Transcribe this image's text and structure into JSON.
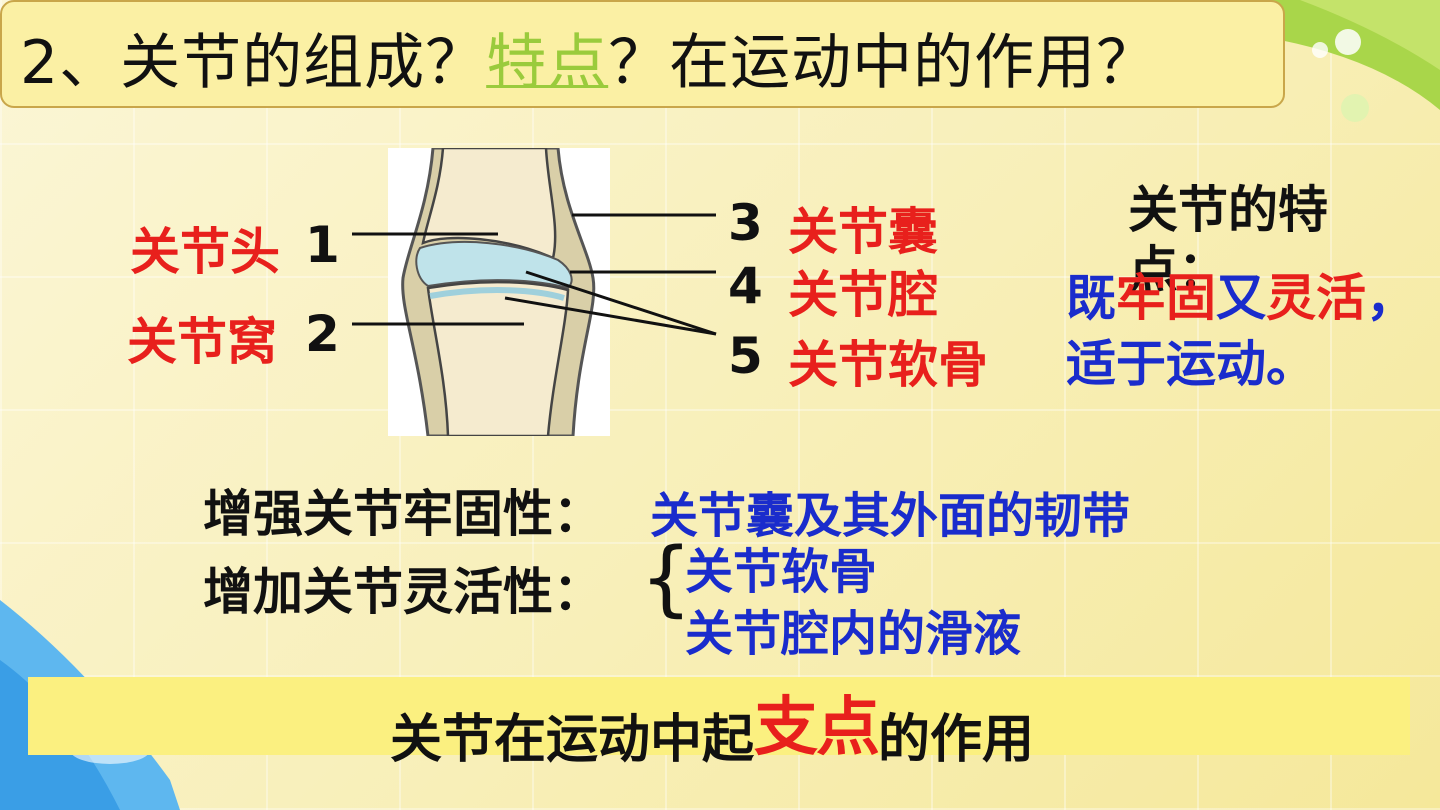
{
  "title": {
    "prefix": "2、关节的组成？",
    "highlight": "特点",
    "suffix": "？在运动中的作用？"
  },
  "diagram": {
    "parts": [
      {
        "num": "1",
        "name": "关节头"
      },
      {
        "num": "2",
        "name": "关节窝"
      },
      {
        "num": "3",
        "name": "关节囊"
      },
      {
        "num": "4",
        "name": "关节腔"
      },
      {
        "num": "5",
        "name": "关节软骨"
      }
    ]
  },
  "features": {
    "heading": "关节的特点：",
    "line1": {
      "a": "既",
      "b": "牢固",
      "c": "又",
      "d": "灵活",
      "e": "，"
    },
    "line2": "适于运动。"
  },
  "stability": {
    "label": "增强关节牢固性：",
    "value": "关节囊及其外面的韧带"
  },
  "flexibility": {
    "label": "增加关节灵活性：",
    "items": [
      "关节软骨",
      "关节腔内的滑液"
    ]
  },
  "role": {
    "prefix": "关节在运动中起",
    "highlight": "支点",
    "suffix": "的作用"
  },
  "colors": {
    "label_red": "#e8201c",
    "text_blue": "#1a2ccc",
    "title_green": "#9acb3c"
  }
}
